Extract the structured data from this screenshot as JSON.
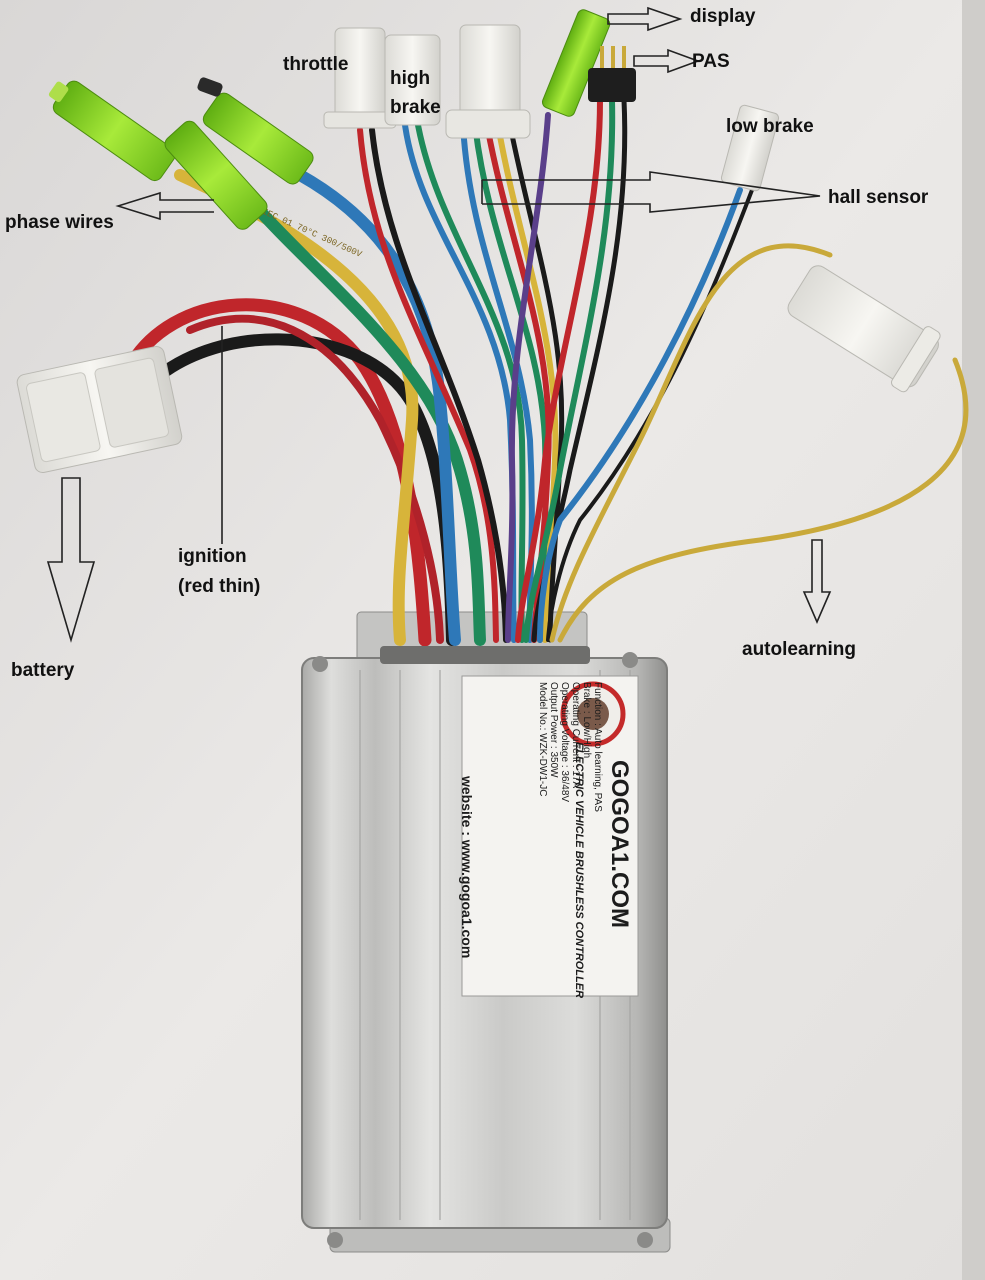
{
  "labels": {
    "display": "display",
    "pas": "PAS",
    "throttle": "throttle",
    "high_brake_line1": "high",
    "high_brake_line2": "brake",
    "low_brake": "low brake",
    "hall_sensor": "hall sensor",
    "phase_wires": "phase wires",
    "ignition_line1": "ignition",
    "ignition_line2": "(red thin)",
    "battery": "battery",
    "autolearning": "autolearning"
  },
  "sticker": {
    "brand": "GOGOA1.COM",
    "subtitle": "ELECTRIC VEHICLE BRUSHLESS CONTROLLER",
    "specs": [
      "Model No.: WZK-DW1-JC",
      "Output Power : 350W",
      "Operating Voltage : 36/48V",
      "Operating Current : 17A",
      "Brake : Low/High",
      "Function : Auto learning, PAS"
    ],
    "website": "website : www.gogoa1.com"
  },
  "wire_print": "60227 IEC 01 70°C 300/500V",
  "colors": {
    "red": "#c0262b",
    "black": "#1a1a1a",
    "blue": "#2e78b8",
    "green": "#1f8a5a",
    "yellow": "#d7b43a",
    "purple": "#5a3f8a",
    "housing": "#c9c9c7",
    "connector_white": "#f0efea",
    "connector_green": "#8ed61e"
  }
}
